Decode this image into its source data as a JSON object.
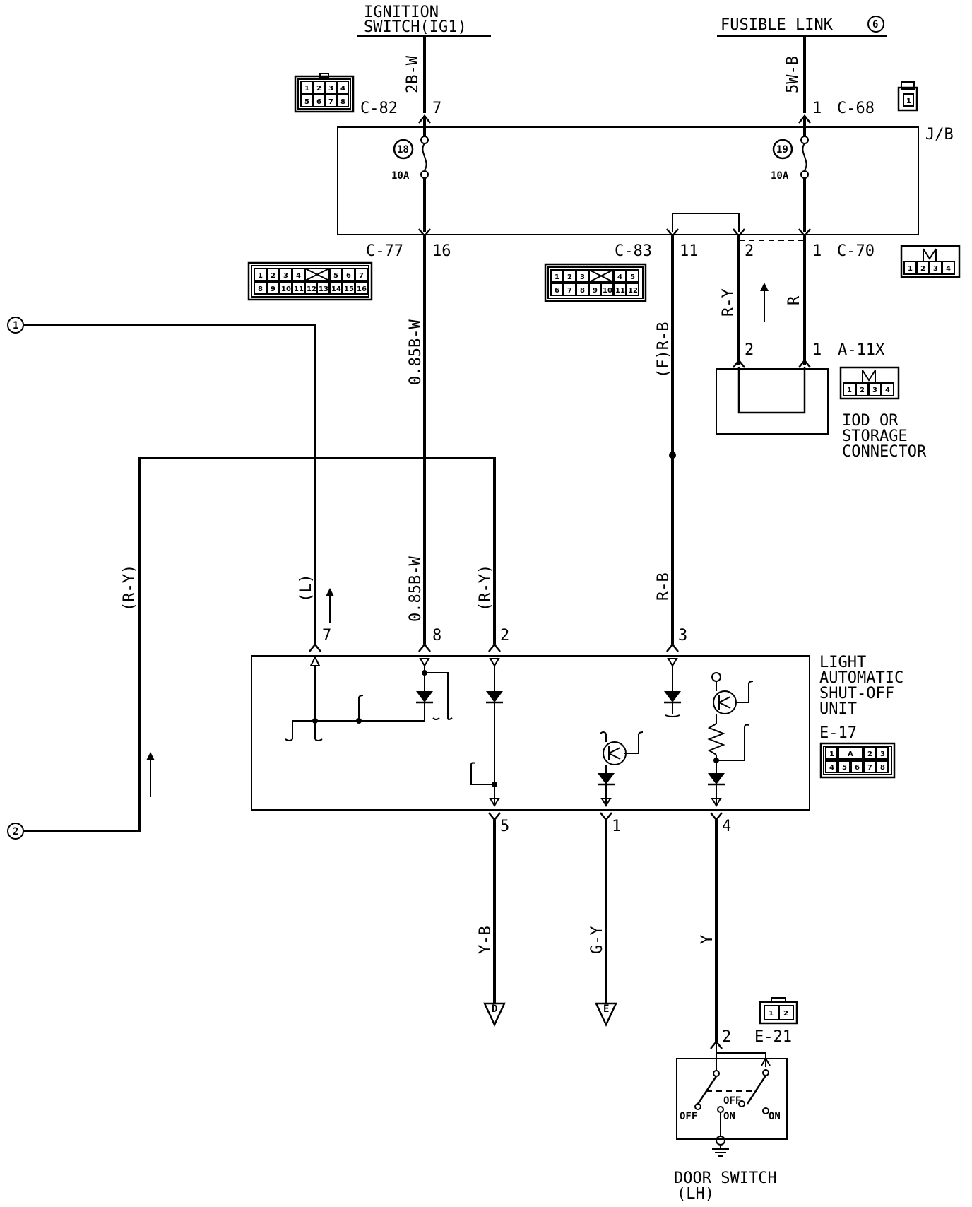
{
  "sources": {
    "ignition_switch": [
      "IGNITION",
      "SWITCH(IG1)"
    ],
    "fusible_link": "FUSIBLE LINK",
    "fusible_link_number": "6"
  },
  "junction_block": {
    "label": "J/B",
    "fuse_left": {
      "number": "18",
      "rating": "10A"
    },
    "fuse_right": {
      "number": "19",
      "rating": "10A"
    }
  },
  "connectors": {
    "c82": "C-82",
    "c68": "C-68",
    "c77": "C-77",
    "c83": "C-83",
    "c70": "C-70",
    "a11x": "A-11X",
    "e17": "E-17",
    "e21": "E-21"
  },
  "connector_pins": {
    "c82": [
      [
        "1",
        "2",
        "3",
        "4"
      ],
      [
        "5",
        "6",
        "7",
        "8"
      ]
    ],
    "c68": [
      "1"
    ],
    "c77": [
      [
        "1",
        "2",
        "3",
        "4",
        "",
        "5",
        "6",
        "7"
      ],
      [
        "8",
        "9",
        "10",
        "11",
        "12",
        "13",
        "14",
        "15",
        "16"
      ]
    ],
    "c83": [
      [
        "1",
        "2",
        "3",
        "",
        "4",
        "5"
      ],
      [
        "6",
        "7",
        "8",
        "9",
        "10",
        "11",
        "12"
      ]
    ],
    "c70": [
      "1",
      "2",
      "3",
      "4"
    ],
    "a11x": [
      "1",
      "2",
      "3",
      "4"
    ],
    "e17": [
      [
        "1",
        "A",
        "2",
        "3"
      ],
      [
        "4",
        "5",
        "6",
        "7",
        "8"
      ]
    ],
    "e21": [
      "1",
      "2"
    ]
  },
  "wires": {
    "ig_wire": "2B-W",
    "fl_wire": "5W-B",
    "c77_wire": "0.85B-W",
    "c83_wire": "(F)R-B",
    "ry_wire": "R-Y",
    "r_wire": "R",
    "in7": "(L)",
    "in8": "0.85B-W",
    "in2": "(R-Y)",
    "in3": "R-B",
    "left_ry": "(R-Y)",
    "out5": "Y-B",
    "out1": "G-Y",
    "out4": "Y"
  },
  "pins": {
    "c82_pin": "7",
    "c68_pin": "1",
    "c77_pin": "16",
    "c83_pin": "11",
    "c70_pin2": "2",
    "c70_pin1": "1",
    "a11x_pin2": "2",
    "a11x_pin1": "1",
    "u7": "7",
    "u8": "8",
    "u2": "2",
    "u3": "3",
    "u5": "5",
    "u1": "1",
    "u4": "4",
    "e21_pin": "2"
  },
  "components": {
    "iod_connector": [
      "IOD OR",
      "STORAGE",
      "CONNECTOR"
    ],
    "unit": [
      "LIGHT",
      "AUTOMATIC",
      "SHUT-OFF",
      "UNIT"
    ],
    "door_switch": [
      "DOOR SWITCH",
      "(LH)"
    ],
    "switch_states": {
      "off": "OFF",
      "on": "ON"
    }
  },
  "off_page_refs": {
    "ref1": "1",
    "ref2": "2"
  },
  "grounds": {
    "d": "D",
    "e": "E"
  }
}
